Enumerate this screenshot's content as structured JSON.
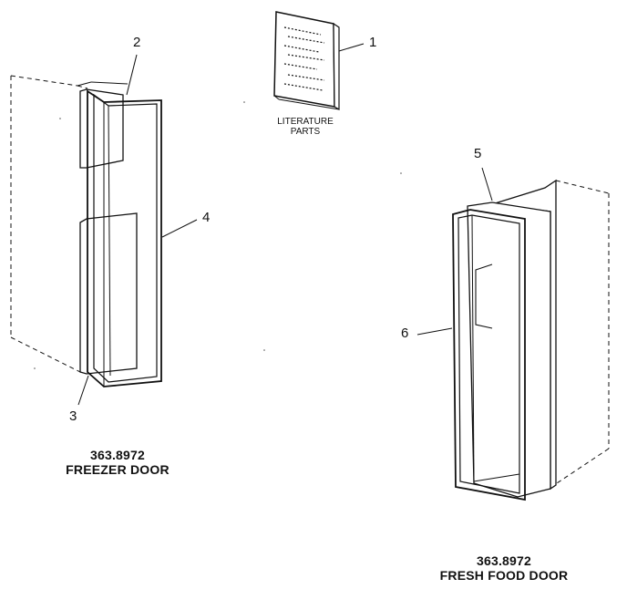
{
  "callouts": {
    "c1": "1",
    "c2": "2",
    "c3": "3",
    "c4": "4",
    "c5": "5",
    "c6": "6"
  },
  "literature": {
    "line1": "LITERATURE",
    "line2": "PARTS"
  },
  "freezer": {
    "model": "363.8972",
    "name": "FREEZER DOOR"
  },
  "fresh_food": {
    "model": "363.8972",
    "name": "FRESH FOOD DOOR"
  },
  "colors": {
    "line": "#111111",
    "background": "#ffffff"
  }
}
